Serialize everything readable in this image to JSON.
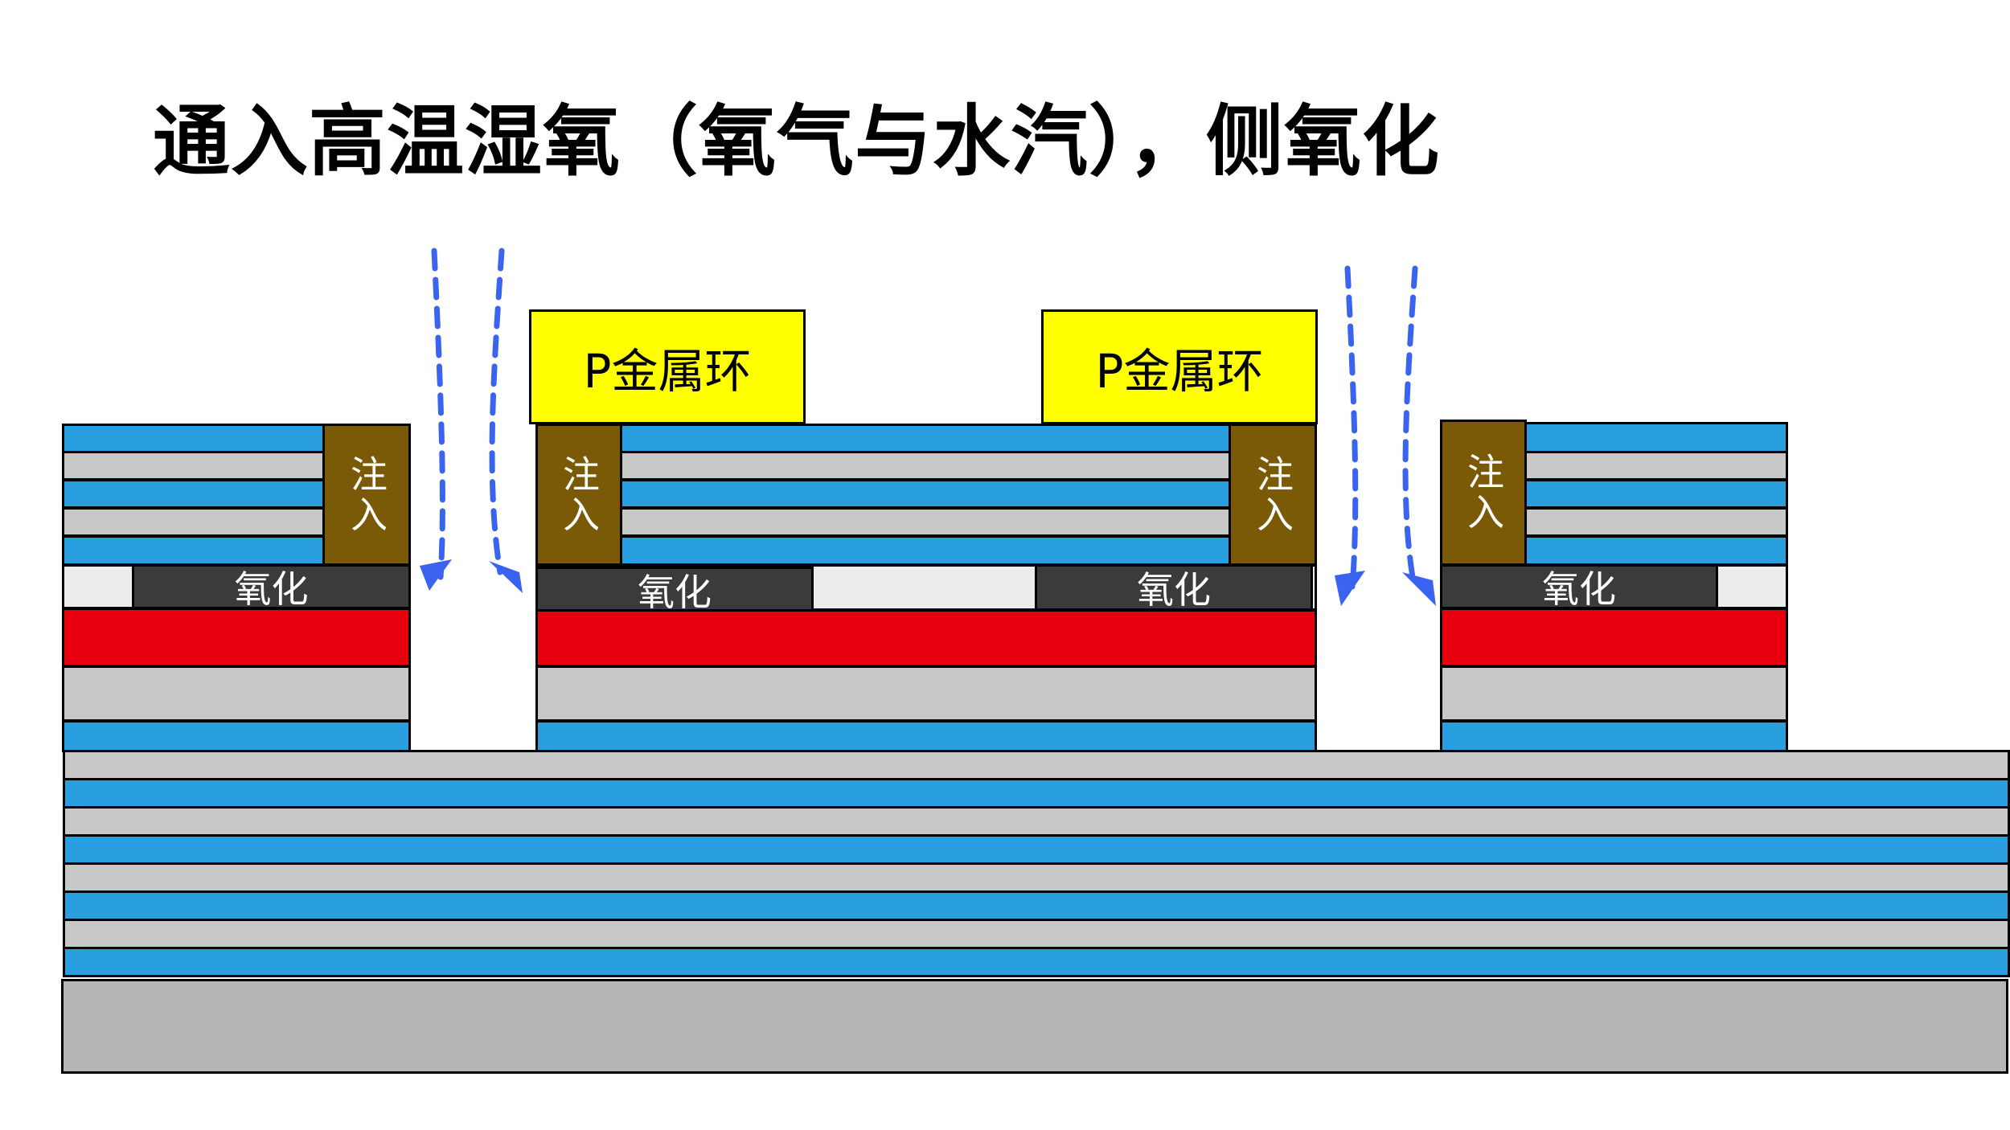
{
  "title": "通入高温湿氧（氧气与水汽），侧氧化",
  "labels": {
    "metal_ring": "P金属环",
    "implant": "注入",
    "oxidation": "氧化"
  },
  "colors": {
    "dbr_blue": "#2a9fdf",
    "dbr_gray": "#c8c8c8",
    "active_red": "#e8000f",
    "oxide_dark": "#3b3b3b",
    "implant_brown": "#7a5a06",
    "metal_yellow": "#ffff00",
    "arrow_blue": "#3a63f0"
  }
}
